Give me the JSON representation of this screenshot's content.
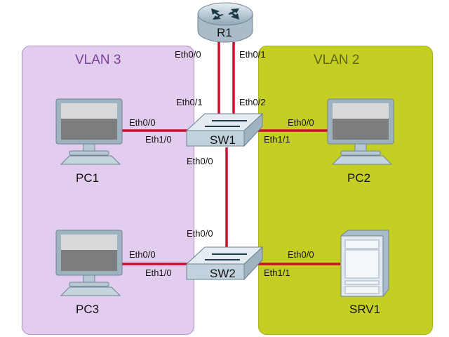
{
  "vlans": [
    {
      "name": "VLAN 3",
      "color": "#e2cdee"
    },
    {
      "name": "VLAN 2",
      "color": "#c5cf23"
    }
  ],
  "devices": {
    "r1": {
      "label": "R1",
      "type": "router"
    },
    "sw1": {
      "label": "SW1",
      "type": "switch"
    },
    "sw2": {
      "label": "SW2",
      "type": "switch"
    },
    "pc1": {
      "label": "PC1",
      "type": "pc",
      "vlan": "VLAN 3"
    },
    "pc3": {
      "label": "PC3",
      "type": "pc",
      "vlan": "VLAN 3"
    },
    "pc2": {
      "label": "PC2",
      "type": "pc",
      "vlan": "VLAN 2"
    },
    "srv1": {
      "label": "SRV1",
      "type": "server",
      "vlan": "VLAN 2"
    }
  },
  "links": [
    {
      "from": "R1",
      "from_if": "Eth0/0",
      "to": "SW1",
      "to_if": "Eth0/1"
    },
    {
      "from": "R1",
      "from_if": "Eth0/1",
      "to": "SW1",
      "to_if": "Eth0/2"
    },
    {
      "from": "PC1",
      "from_if": "Eth0/0",
      "to": "SW1",
      "to_if": "Eth1/0"
    },
    {
      "from": "PC2",
      "from_if": "Eth0/0",
      "to": "SW1",
      "to_if": "Eth1/1"
    },
    {
      "from": "SW1",
      "from_if": "Eth0/0",
      "to": "SW2",
      "to_if": "Eth0/0"
    },
    {
      "from": "PC3",
      "from_if": "Eth0/0",
      "to": "SW2",
      "to_if": "Eth1/0"
    },
    {
      "from": "SRV1",
      "from_if": "Eth0/0",
      "to": "SW2",
      "to_if": "Eth1/1"
    }
  ],
  "link_color": "#c8102e"
}
